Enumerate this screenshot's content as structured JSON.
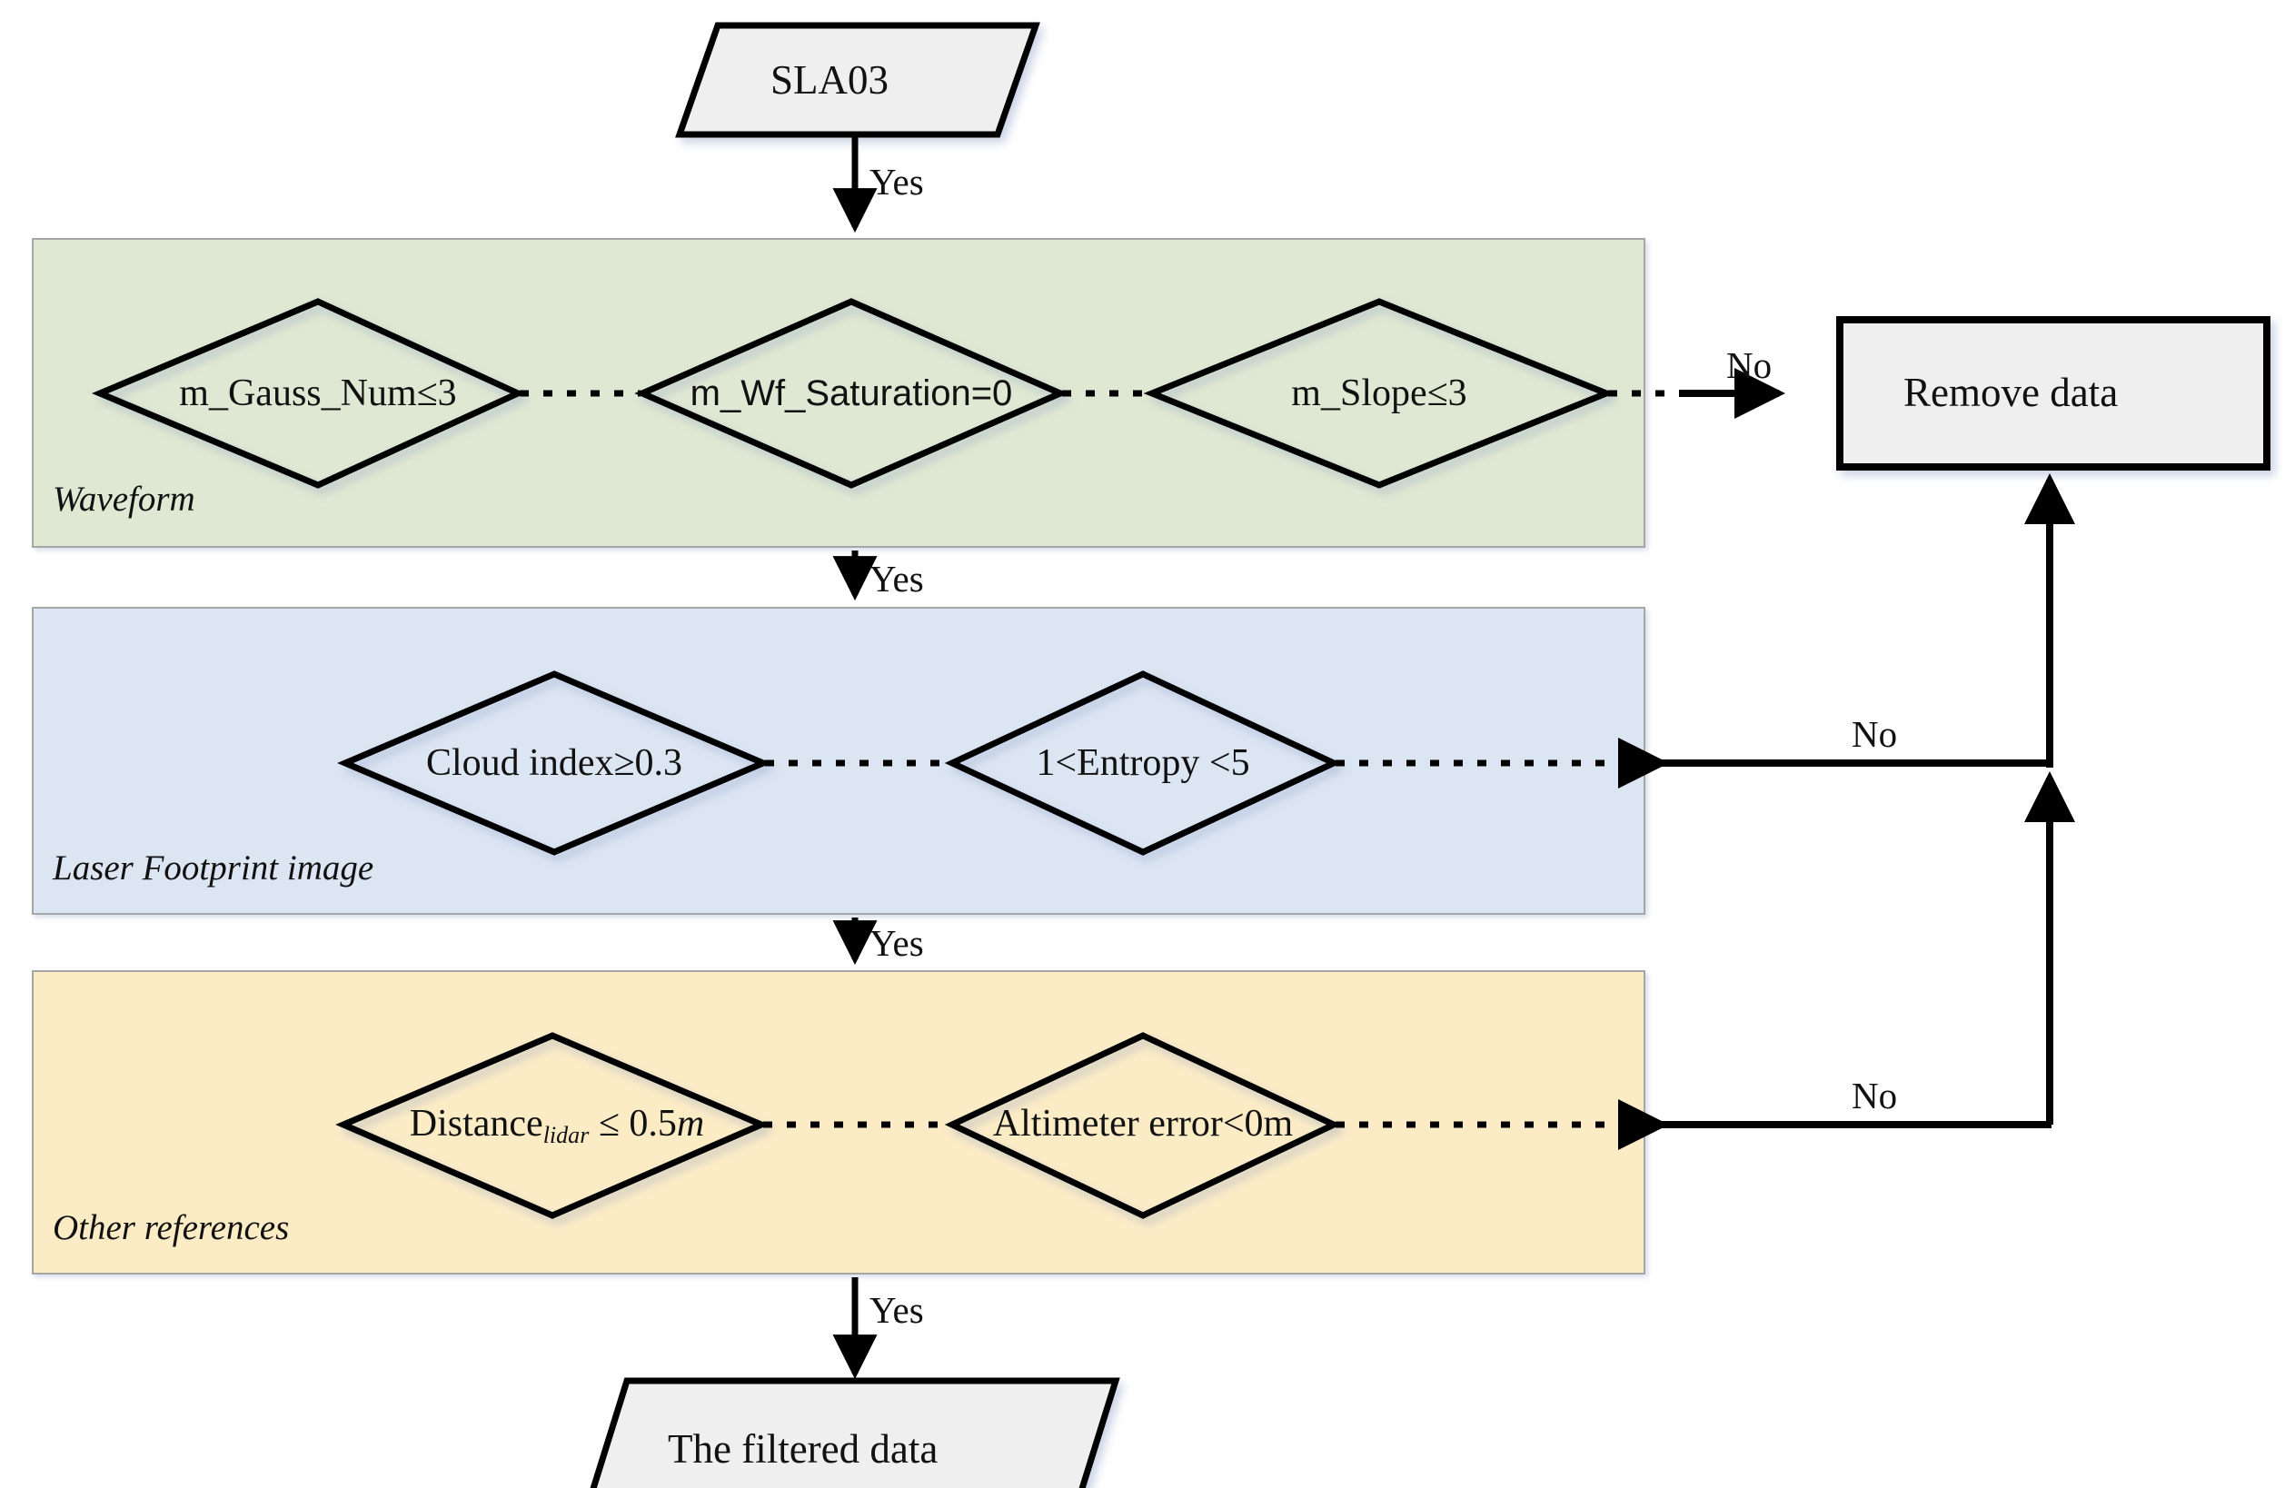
{
  "diagram": {
    "title": "SLA03 data filtering flowchart",
    "colors": {
      "band_waveform": "#dfe8d2",
      "band_footprint": "#dce5f2",
      "band_other": "#fcecc6",
      "node_fill": "#efefef",
      "stroke": "#000000",
      "band_border": "#a6a6a6"
    },
    "start_node": {
      "label": "SLA03",
      "shape": "parallelogram"
    },
    "end_node": {
      "label": "The filtered data",
      "shape": "parallelogram"
    },
    "terminal_node": {
      "label": "Remove data",
      "shape": "rectangle"
    },
    "bands": [
      {
        "id": "waveform",
        "label": "Waveform",
        "fill": "#dfe8d2",
        "decisions": [
          {
            "id": "gauss-num",
            "text": "m_Gauss_Num≤3",
            "font": "serif"
          },
          {
            "id": "wf-saturation",
            "text": "m_Wf_Saturation=0",
            "font": "sans"
          },
          {
            "id": "slope",
            "text": "m_Slope≤3",
            "font": "serif"
          }
        ],
        "no_label": "No",
        "yes_label": "Yes"
      },
      {
        "id": "laser-footprint-image",
        "label": "Laser Footprint image",
        "fill": "#dce5f2",
        "decisions": [
          {
            "id": "cloud-index",
            "text": "Cloud index≥0.3",
            "font": "serif"
          },
          {
            "id": "entropy",
            "text": "1<Entropy <5",
            "font": "serif"
          }
        ],
        "no_label": "No",
        "yes_label": "Yes"
      },
      {
        "id": "other-references",
        "label": "Other references",
        "fill": "#fcecc6",
        "decisions": [
          {
            "id": "distance-lidar",
            "text_html": "Distance<sub>lidar</sub> ≤ 0.5<span class=\"it\">m</span>",
            "text": "Distance_lidar ≤ 0.5m",
            "font": "serif"
          },
          {
            "id": "altimeter-error",
            "text": "Altimeter error<0m",
            "font": "serif"
          }
        ],
        "no_label": "No",
        "yes_label": "Yes"
      }
    ],
    "edge_labels": {
      "start_yes": "Yes",
      "waveform_yes": "Yes",
      "footprint_yes": "Yes",
      "other_yes": "Yes",
      "waveform_no": "No",
      "footprint_no": "No",
      "other_no": "No"
    }
  }
}
